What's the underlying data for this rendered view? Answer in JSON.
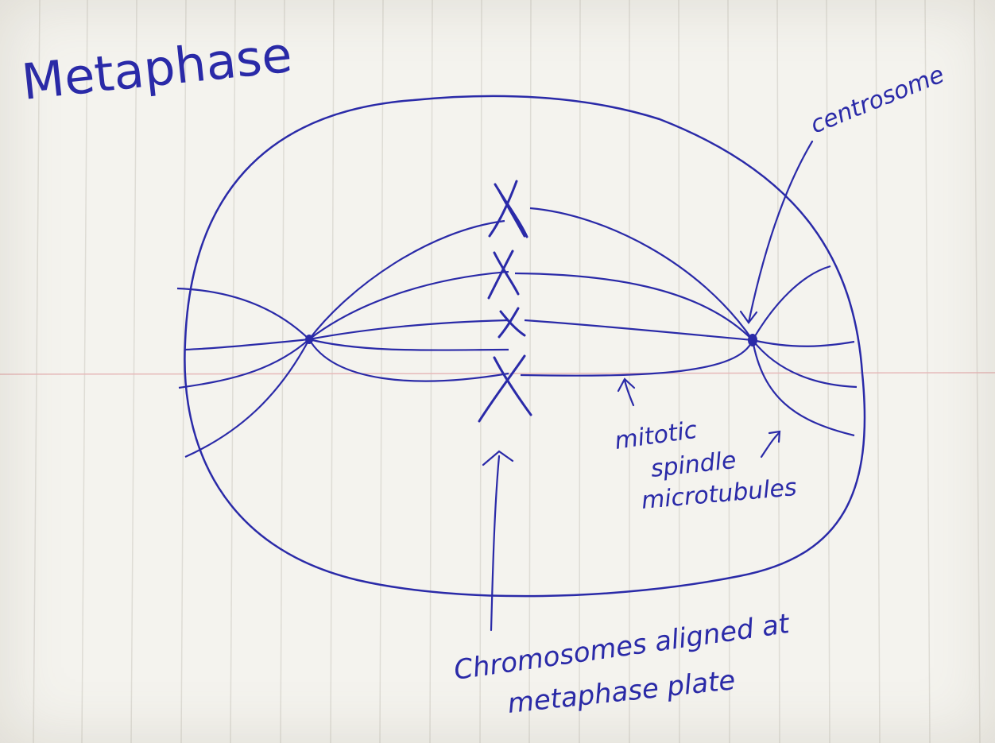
{
  "title": "Metaphase",
  "labels": {
    "centrosome": "centrosome",
    "spindle_line1": "mitotic",
    "spindle_line2": "spindle",
    "spindle_line3": "microtubules",
    "chromosomes_line1": "Chromosomes aligned at",
    "chromosomes_line2": "metaphase plate"
  },
  "colors": {
    "ink": "#2a2aa8",
    "paper": "#f4f3ee",
    "rule_line": "#d8d6d0",
    "margin_line": "#e8b8b8"
  }
}
